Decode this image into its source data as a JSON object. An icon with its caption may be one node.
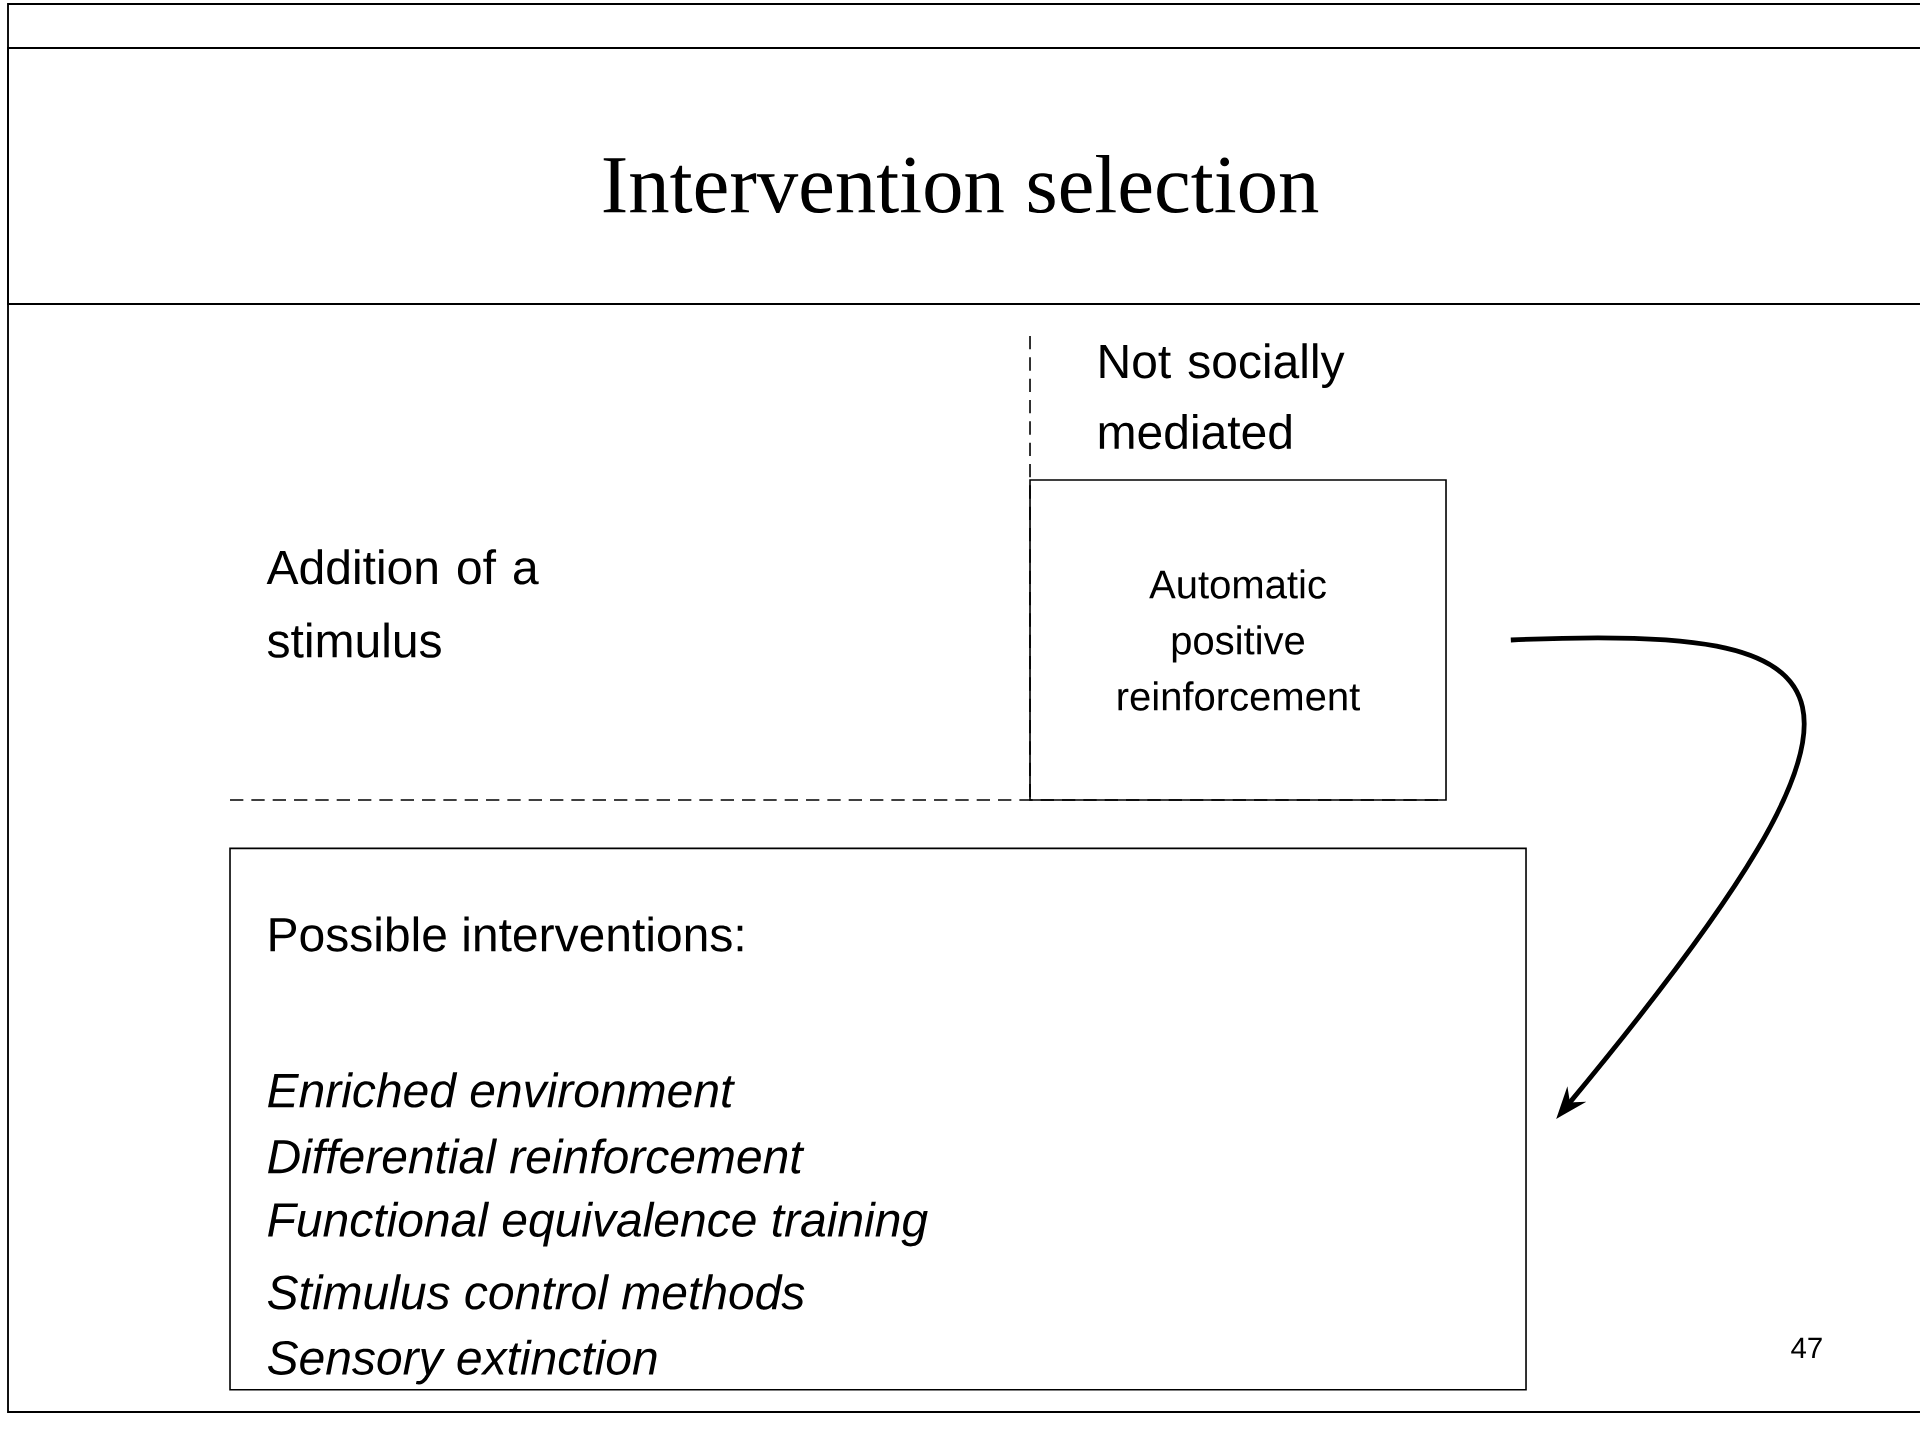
{
  "diagram": {
    "title": "Intervention selection",
    "nodes": [
      {
        "text": [
          "Automatic positive reinforcement"
        ]
      },
      {
        "text": [
          "Possible interventions:",
          "Enriched environment",
          "Differential reinforcement",
          "Functional equivalence training",
          "Stimulus control methods",
          "Sensory extinction"
        ]
      }
    ],
    "edges": [
      {
        "from": 0,
        "to": 1,
        "arrow": "to"
      }
    ],
    "labels": [
      "Not socially mediated",
      "Addition of a stimulus",
      "47"
    ]
  }
}
